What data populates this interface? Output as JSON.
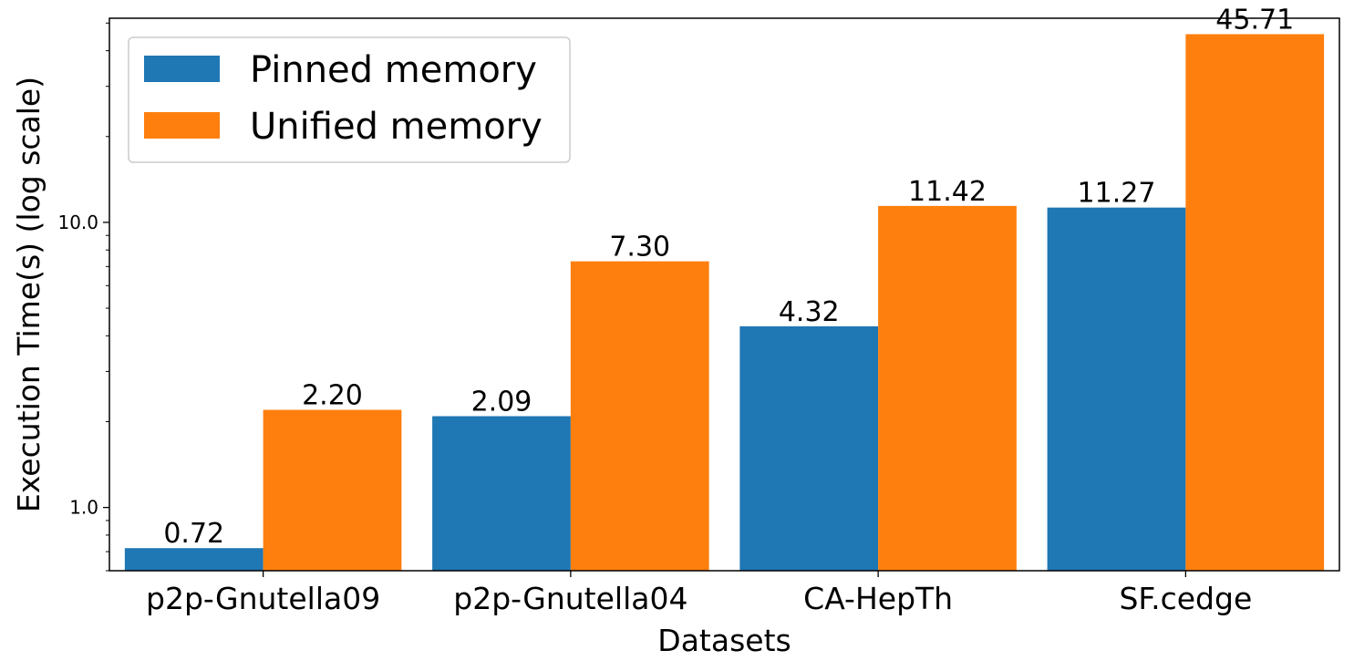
{
  "chart_data": {
    "type": "bar",
    "categories": [
      "p2p-Gnutella09",
      "p2p-Gnutella04",
      "CA-HepTh",
      "SF.cedge"
    ],
    "series": [
      {
        "name": "Pinned memory",
        "values": [
          0.72,
          2.09,
          4.32,
          11.27
        ],
        "labels": [
          "0.72",
          "2.09",
          "4.32",
          "11.27"
        ],
        "color": "#1f77b4"
      },
      {
        "name": "Unified memory",
        "values": [
          2.2,
          7.3,
          11.42,
          45.71
        ],
        "labels": [
          "2.20",
          "7.30",
          "11.42",
          "45.71"
        ],
        "color": "#ff7f0e"
      }
    ],
    "xlabel": "Datasets",
    "ylabel": "Execution Time(s) (log scale)",
    "yscale": "log",
    "ylim": [
      0.6,
      52
    ],
    "yticks": [
      {
        "value": 1,
        "label": "1.0"
      },
      {
        "value": 10,
        "label": "10.0"
      }
    ],
    "grid": false,
    "legend_position": "top-left"
  }
}
